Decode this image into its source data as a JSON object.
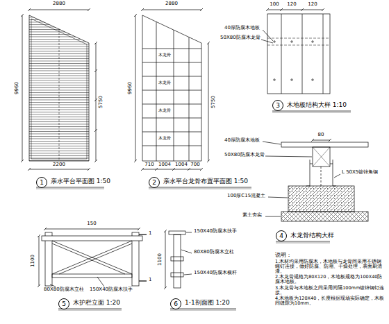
{
  "diagram": {
    "nodes": [
      {
        "text": [
          "1"
        ]
      },
      {
        "text": [
          "2"
        ]
      },
      {
        "text": [
          "3"
        ]
      },
      {
        "text": [
          "4"
        ]
      },
      {
        "text": [
          "5"
        ]
      },
      {
        "text": [
          "6"
        ]
      }
    ],
    "labels": [
      "2880",
      "9960",
      "5750",
      "2200",
      "亲水平台平面图 1:50",
      "2880",
      "9960",
      "5750",
      "710",
      "1004",
      "1004",
      "700",
      "木龙骨",
      "木龙骨",
      "木龙骨",
      "木龙骨",
      "亲水平台龙骨布置平面图 1:50",
      "100",
      "120",
      "120",
      "40厚防腐木地板",
      "50X80防腐木龙骨",
      "木地板结构大样 1:10",
      "80",
      "40厚防腐木地板",
      "50X80防腐木龙骨",
      "L 50X5镀锌角钢",
      "100厚C15混凝土",
      "素土夯实",
      "木龙骨结构大样",
      "150",
      "1100",
      "1",
      "1",
      "80X80防腐木立柱",
      "150X40防腐木扶手",
      "木护栏立面 1:20",
      "1100",
      "150X40防腐木扶手",
      "80X80防腐木立柱",
      "150X40防腐木横杆",
      "1-1剖面图 1:20",
      "说明：",
      "1.木材均采用防腐木，木地板与龙骨间采用不锈钢螺钉连接，做好防腐、防潮、干燥处理，表面刷清漆。",
      "2.木龙骨规格为80X120，木地板规格为100X40防腐木地板。",
      "3.木龙骨与木地板之间采用间隔100mm镀锌钢钉连接。",
      "4.木地板为120X40，长度根据现场实际确定，木板间缝隙为10mm。"
    ]
  }
}
